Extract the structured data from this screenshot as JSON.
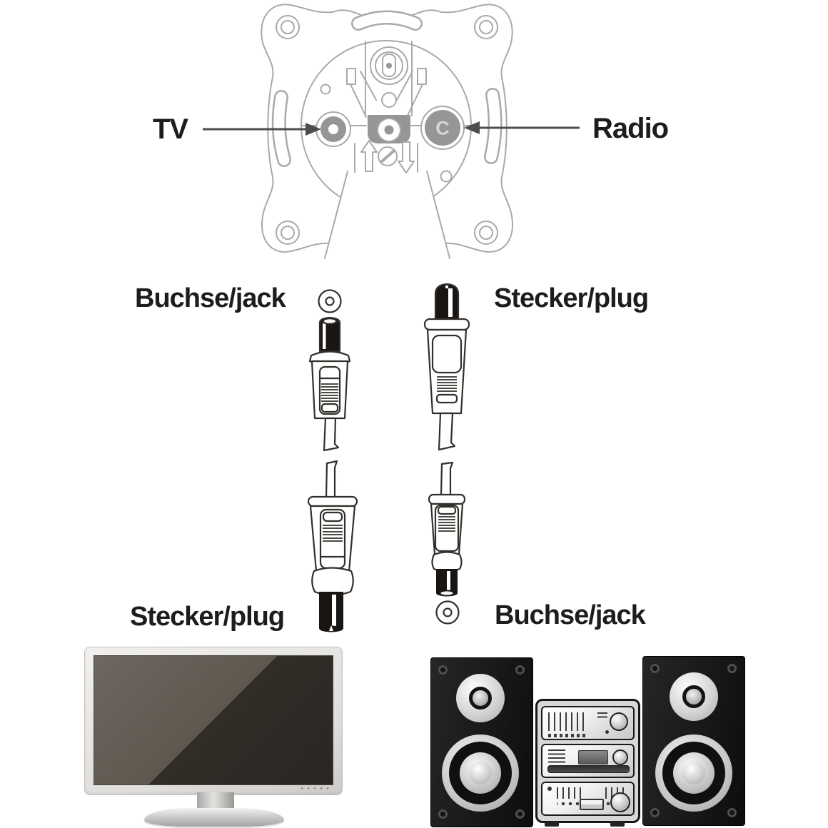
{
  "page": {
    "background": "#ffffff"
  },
  "palette": {
    "line_art_gray": "#a9a9a9",
    "port_fill_gray": "#969696",
    "pointer_arrow_gray": "#4d4d4d",
    "cable_outline": "#33302c",
    "connector_black": "#181512",
    "label_black": "#1d1d1d",
    "tv_screen_light": "#6e665f",
    "tv_screen_dark": "#2f2a25",
    "speaker_black": "#1a1a1a"
  },
  "wall_socket": {
    "tv_port_label": "TV",
    "radio_port_label": "Radio",
    "radio_port_marking": "C"
  },
  "connection_labels": {
    "top_left": "Buchse/jack",
    "top_right": "Stecker/plug",
    "bottom_left": "Stecker/plug",
    "bottom_right": "Buchse/jack"
  },
  "icons": {
    "wall_socket": "antenna-wall-socket-diagram",
    "left_cable": "coax-cable-jack-to-plug",
    "right_cable": "coax-cable-plug-to-jack",
    "tv": "flat-screen-tv",
    "stereo": "hifi-stereo-system"
  }
}
